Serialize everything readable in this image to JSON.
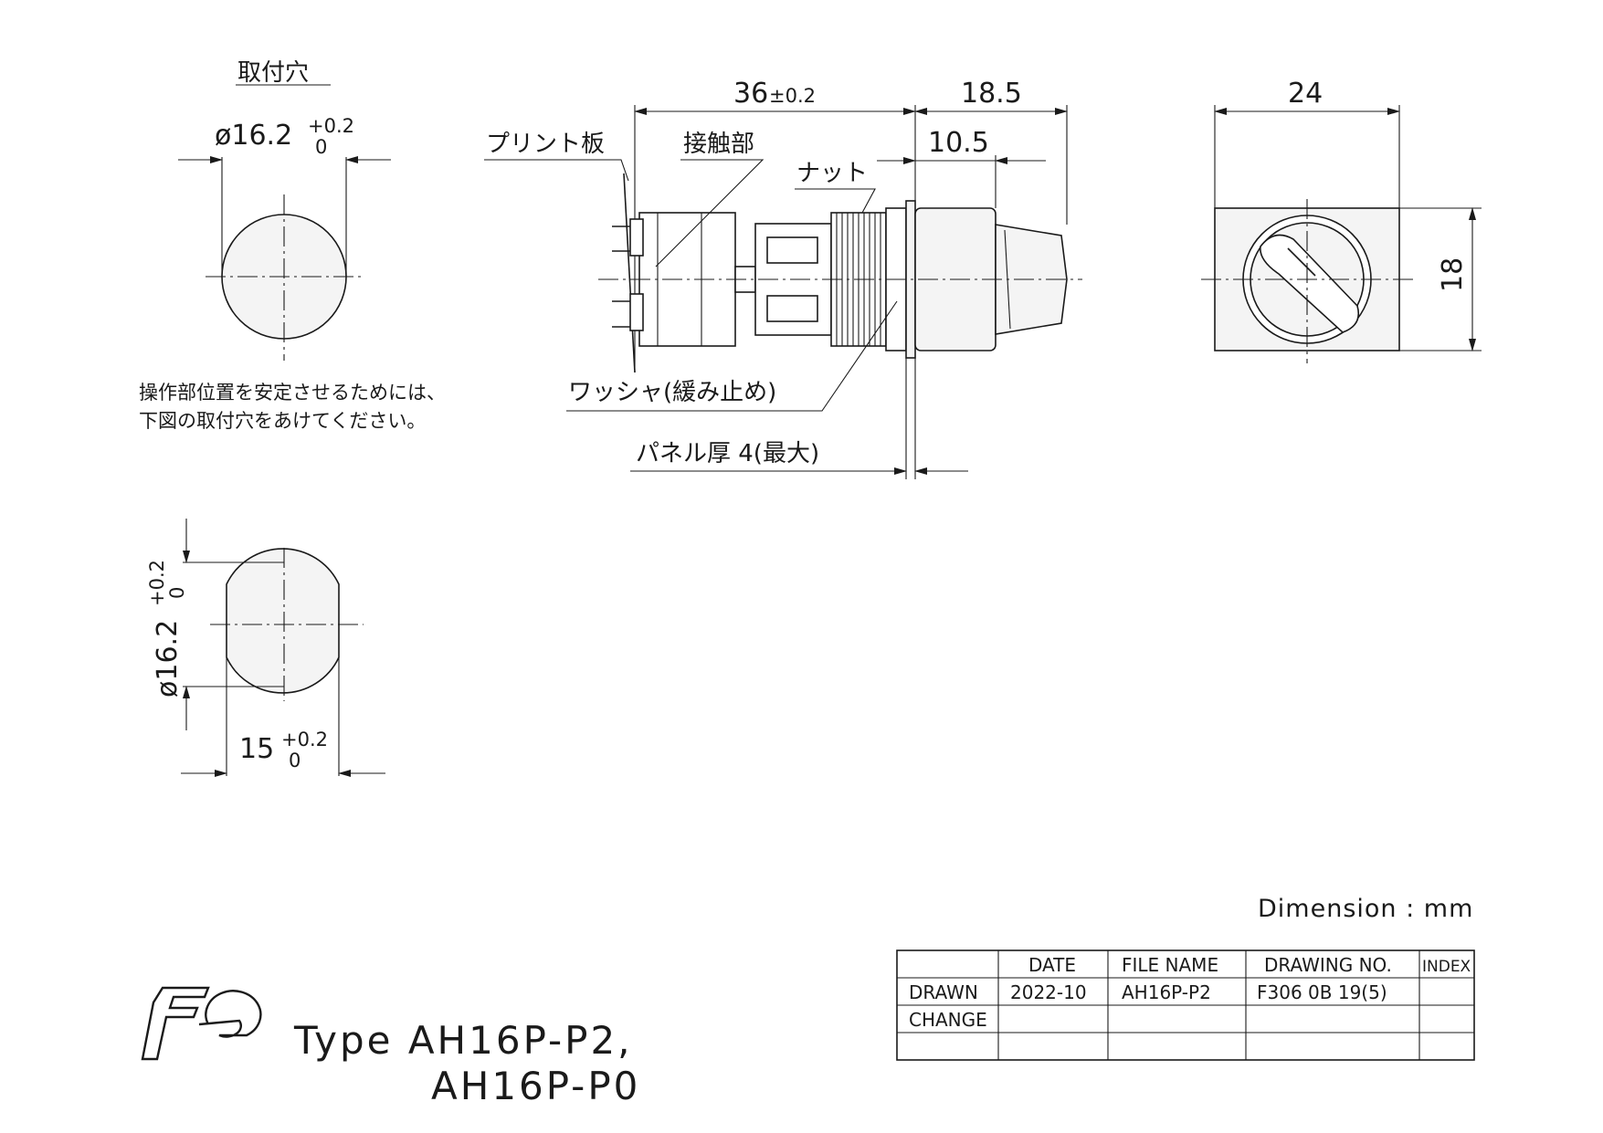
{
  "mounting_hole_title": "取付穴",
  "front_hole": {
    "dia_main": "ø16.2",
    "tol_upper": "+0.2",
    "tol_lower": "0"
  },
  "side_hole": {
    "dia_main": "ø16.2",
    "tol_upper": "+0.2",
    "tol_lower": "0",
    "width_main": "15",
    "width_tol_upper": "+0.2",
    "width_tol_lower": "0"
  },
  "note_lines": [
    "操作部位置を安定させるためには、",
    "下図の取付穴をあけてください。"
  ],
  "side_view": {
    "dim_total": "36",
    "dim_total_tol": "±0.2",
    "dim_18_5": "18.5",
    "dim_10_5": "10.5",
    "label_pcb": "プリント板",
    "label_contact": "接触部",
    "label_nut": "ナット",
    "label_washer": "ワッシャ(緩み止め)",
    "label_panel": "パネル厚 4(最大)"
  },
  "front_view": {
    "dim_width": "24",
    "dim_height": "18"
  },
  "dimension_unit": "Dimension : mm",
  "title_block": {
    "headers": [
      "",
      "DATE",
      "FILE NAME",
      "DRAWING NO.",
      "INDEX"
    ],
    "rows": [
      [
        "DRAWN",
        "2022-10",
        "AH16P-P2",
        "F306 0B 19(5)",
        ""
      ],
      [
        "CHANGE",
        "",
        "",
        "",
        ""
      ],
      [
        "",
        "",
        "",
        "",
        ""
      ]
    ]
  },
  "logo": "Fe",
  "type_line1": "Type  AH16P-P2,",
  "type_line2": "AH16P-P0"
}
